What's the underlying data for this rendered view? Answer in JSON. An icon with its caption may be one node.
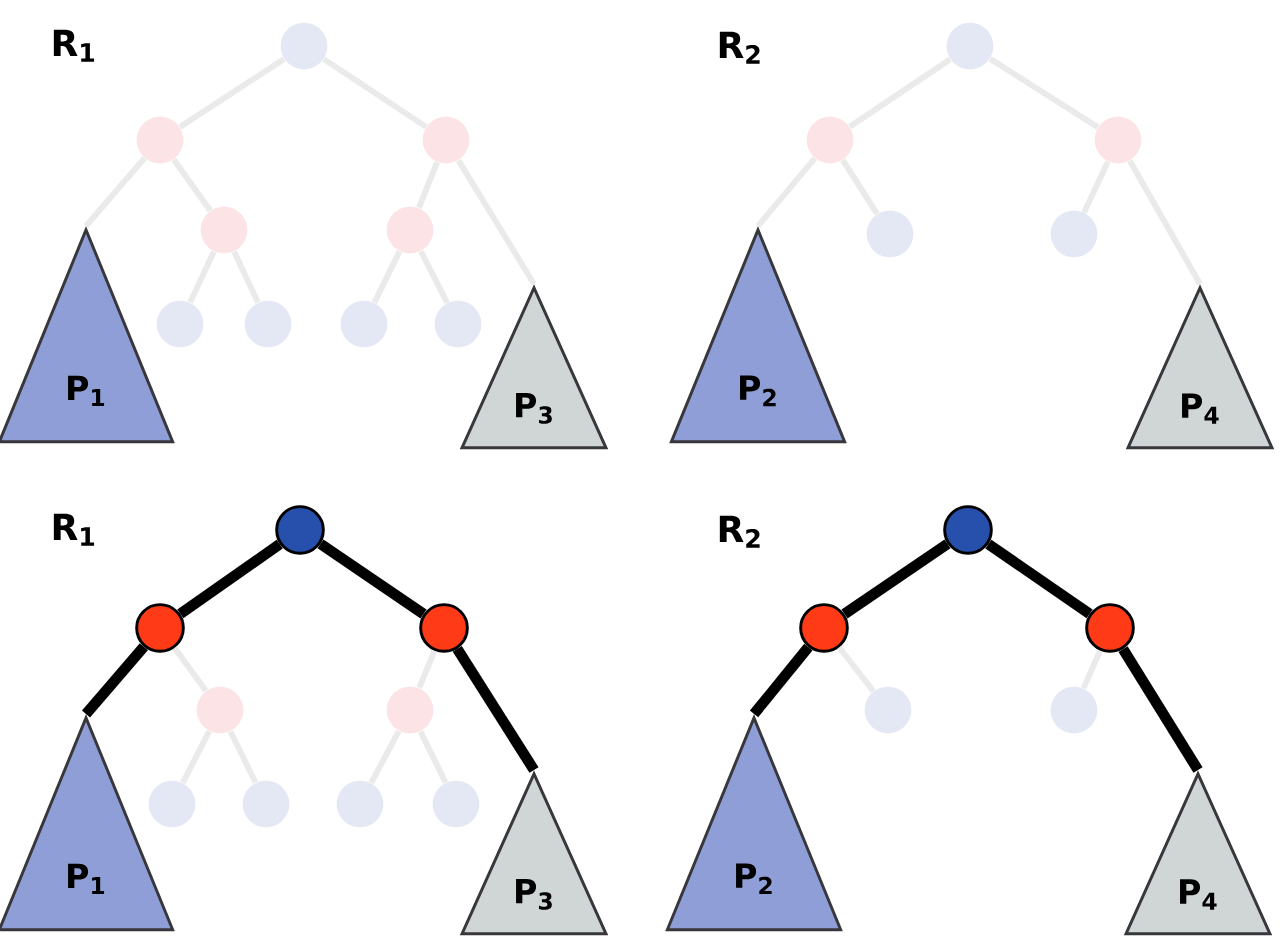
{
  "diagram": {
    "nodes": [
      {
        "text": [],
        "shape": "circle"
      },
      {
        "text": [],
        "shape": "circle"
      },
      {
        "text": [],
        "shape": "circle"
      },
      {
        "text": [
          "P$_{1}$"
        ]
      },
      {
        "text": [],
        "shape": "circle"
      },
      {
        "text": [],
        "shape": "circle"
      },
      {
        "text": [
          "P$_{3}$"
        ]
      },
      {
        "text": [],
        "shape": "circle"
      },
      {
        "text": [],
        "shape": "circle"
      },
      {
        "text": [],
        "shape": "circle"
      },
      {
        "text": [],
        "shape": "circle"
      },
      {
        "text": [],
        "shape": "circle"
      },
      {
        "text": [],
        "shape": "circle"
      },
      {
        "text": [],
        "shape": "circle"
      },
      {
        "text": [
          "P$_{2}$"
        ]
      },
      {
        "text": [],
        "shape": "circle"
      },
      {
        "text": [],
        "shape": "circle"
      },
      {
        "text": [
          "P$_{4}$"
        ]
      },
      {
        "text": [],
        "shape": "circle"
      },
      {
        "text": [],
        "shape": "circle"
      },
      {
        "text": [],
        "shape": "circle"
      },
      {
        "text": [
          "P$_{1}$"
        ]
      },
      {
        "text": [],
        "shape": "circle"
      },
      {
        "text": [],
        "shape": "circle"
      },
      {
        "text": [
          "P$_{3}$"
        ]
      },
      {
        "text": [],
        "shape": "circle"
      },
      {
        "text": [],
        "shape": "circle"
      },
      {
        "text": [],
        "shape": "circle"
      },
      {
        "text": [],
        "shape": "circle"
      },
      {
        "text": [],
        "shape": "circle"
      },
      {
        "text": [],
        "shape": "circle"
      },
      {
        "text": [],
        "shape": "circle"
      },
      {
        "text": [
          "P$_{2}$"
        ]
      },
      {
        "text": [],
        "shape": "circle"
      },
      {
        "text": [],
        "shape": "circle"
      },
      {
        "text": [
          "P$_{4}$"
        ]
      }
    ],
    "edges": [
      {
        "from": 0,
        "to": 1,
        "arrow": "none"
      },
      {
        "from": 0,
        "to": 2,
        "arrow": "none"
      },
      {
        "from": 1,
        "to": 3,
        "arrow": "none"
      },
      {
        "from": 1,
        "to": 4,
        "arrow": "none"
      },
      {
        "from": 2,
        "to": 5,
        "arrow": "none"
      },
      {
        "from": 2,
        "to": 6,
        "arrow": "none"
      },
      {
        "from": 4,
        "to": 7,
        "arrow": "none"
      },
      {
        "from": 4,
        "to": 8,
        "arrow": "none"
      },
      {
        "from": 5,
        "to": 9,
        "arrow": "none"
      },
      {
        "from": 5,
        "to": 10,
        "arrow": "none"
      },
      {
        "from": 11,
        "to": 12,
        "arrow": "none"
      },
      {
        "from": 11,
        "to": 13,
        "arrow": "none"
      },
      {
        "from": 12,
        "to": 14,
        "arrow": "none"
      },
      {
        "from": 12,
        "to": 15,
        "arrow": "none"
      },
      {
        "from": 13,
        "to": 16,
        "arrow": "none"
      },
      {
        "from": 13,
        "to": 17,
        "arrow": "none"
      },
      {
        "from": 18,
        "to": 19,
        "arrow": "none",
        "style": "thick",
        "color": "#000000"
      },
      {
        "from": 18,
        "to": 20,
        "arrow": "none",
        "style": "thick",
        "color": "#000000"
      },
      {
        "from": 19,
        "to": 21,
        "arrow": "none",
        "style": "thick",
        "color": "#000000"
      },
      {
        "from": 19,
        "to": 22,
        "arrow": "none"
      },
      {
        "from": 20,
        "to": 23,
        "arrow": "none"
      },
      {
        "from": 20,
        "to": 24,
        "arrow": "none",
        "style": "thick",
        "color": "#000000"
      },
      {
        "from": 22,
        "to": 25,
        "arrow": "none"
      },
      {
        "from": 22,
        "to": 26,
        "arrow": "none"
      },
      {
        "from": 23,
        "to": 27,
        "arrow": "none"
      },
      {
        "from": 23,
        "to": 28,
        "arrow": "none"
      },
      {
        "from": 29,
        "to": 30,
        "arrow": "none",
        "style": "thick",
        "color": "#000000"
      },
      {
        "from": 29,
        "to": 31,
        "arrow": "none",
        "style": "thick",
        "color": "#000000"
      },
      {
        "from": 30,
        "to": 32,
        "arrow": "none",
        "style": "thick",
        "color": "#000000"
      },
      {
        "from": 30,
        "to": 33,
        "arrow": "none"
      },
      {
        "from": 31,
        "to": 34,
        "arrow": "none"
      },
      {
        "from": 31,
        "to": 35,
        "arrow": "none",
        "style": "thick",
        "color": "#000000"
      }
    ],
    "labels": [
      "R$_{1}$",
      "R$_{2}$",
      "R$_{1}$",
      "R$_{2}$"
    ]
  }
}
